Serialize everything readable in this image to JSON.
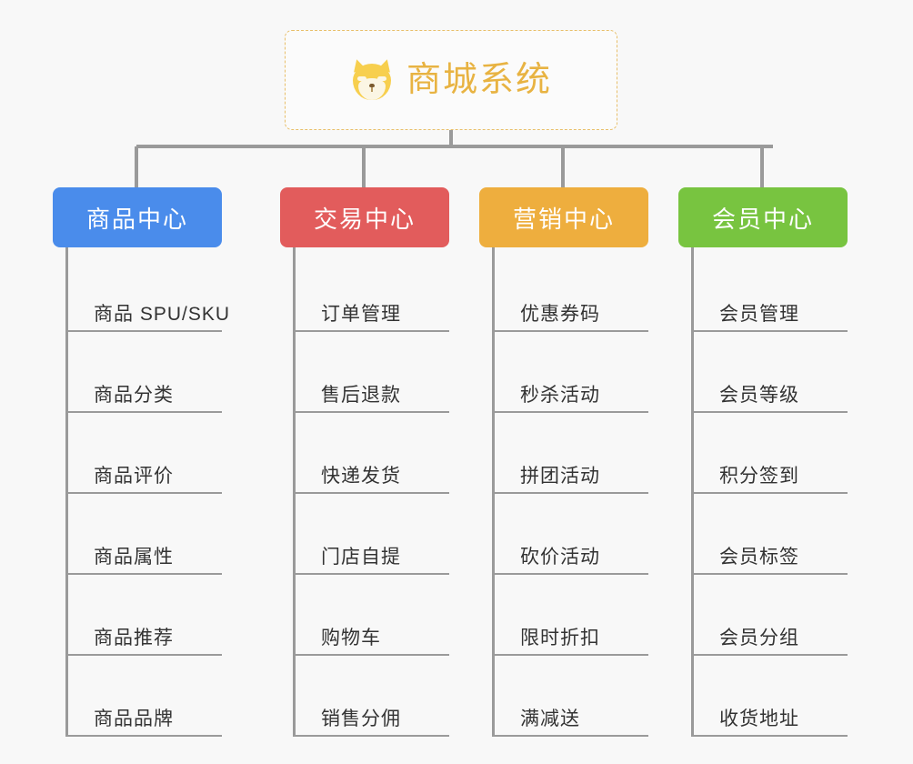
{
  "root": {
    "title": "商城系统",
    "logo_icon": "shiba-dog-icon",
    "border_color": "#e8bf6a",
    "title_color": "#e8b342"
  },
  "canvas": {
    "background": "#f8f8f8",
    "connector_color": "#9a9a9a"
  },
  "columns": [
    {
      "id": "product-center",
      "header": "商品中心",
      "color": "#4a8ceb",
      "items": [
        "商品 SPU/SKU",
        "商品分类",
        "商品评价",
        "商品属性",
        "商品推荐",
        "商品品牌"
      ]
    },
    {
      "id": "trade-center",
      "header": "交易中心",
      "color": "#e25c5c",
      "items": [
        "订单管理",
        "售后退款",
        "快递发货",
        "门店自提",
        "购物车",
        "销售分佣"
      ]
    },
    {
      "id": "marketing-center",
      "header": "营销中心",
      "color": "#eeae3e",
      "items": [
        "优惠券码",
        "秒杀活动",
        "拼团活动",
        "砍价活动",
        "限时折扣",
        "满减送"
      ]
    },
    {
      "id": "member-center",
      "header": "会员中心",
      "color": "#78c440",
      "items": [
        "会员管理",
        "会员等级",
        "积分签到",
        "会员标签",
        "会员分组",
        "收货地址"
      ]
    }
  ]
}
